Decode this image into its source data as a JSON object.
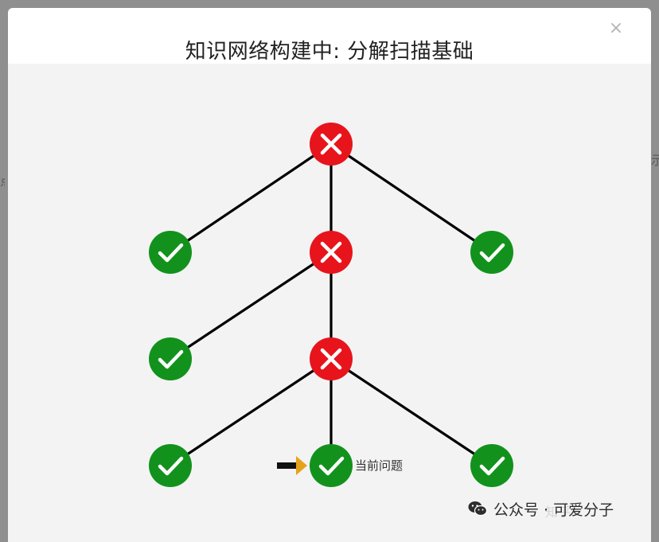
{
  "dialog": {
    "title": "知识网络构建中: 分解扫描基础",
    "close_symbol": "×"
  },
  "tree": {
    "nodes": [
      {
        "id": "root",
        "status": "wrong",
        "level": 0,
        "col": 1
      },
      {
        "id": "l1-left",
        "status": "correct",
        "level": 1,
        "col": 0
      },
      {
        "id": "l1-mid",
        "status": "wrong",
        "level": 1,
        "col": 1
      },
      {
        "id": "l1-right",
        "status": "correct",
        "level": 1,
        "col": 2
      },
      {
        "id": "l2-left",
        "status": "correct",
        "level": 2,
        "col": 0
      },
      {
        "id": "l2-mid",
        "status": "wrong",
        "level": 2,
        "col": 1
      },
      {
        "id": "l3-left",
        "status": "correct",
        "level": 3,
        "col": 0
      },
      {
        "id": "l3-mid",
        "status": "correct",
        "level": 3,
        "col": 1,
        "current": true
      },
      {
        "id": "l3-right",
        "status": "correct",
        "level": 3,
        "col": 2
      }
    ],
    "edges": [
      [
        "root",
        "l1-left"
      ],
      [
        "root",
        "l1-mid"
      ],
      [
        "root",
        "l1-right"
      ],
      [
        "l1-mid",
        "l2-left"
      ],
      [
        "l1-mid",
        "l2-mid"
      ],
      [
        "l2-mid",
        "l3-left"
      ],
      [
        "l2-mid",
        "l3-mid"
      ],
      [
        "l2-mid",
        "l3-right"
      ]
    ],
    "current_label": "当前问题",
    "colors": {
      "wrong": "#e8141c",
      "correct": "#12921c",
      "edge": "#000000",
      "arrow_shaft": "#111111",
      "arrow_head": "#e6a21a"
    }
  },
  "watermark": {
    "text": "公众号 · 可爱分子",
    "icon": "wechat-icon",
    "faint_text": "知乎"
  }
}
